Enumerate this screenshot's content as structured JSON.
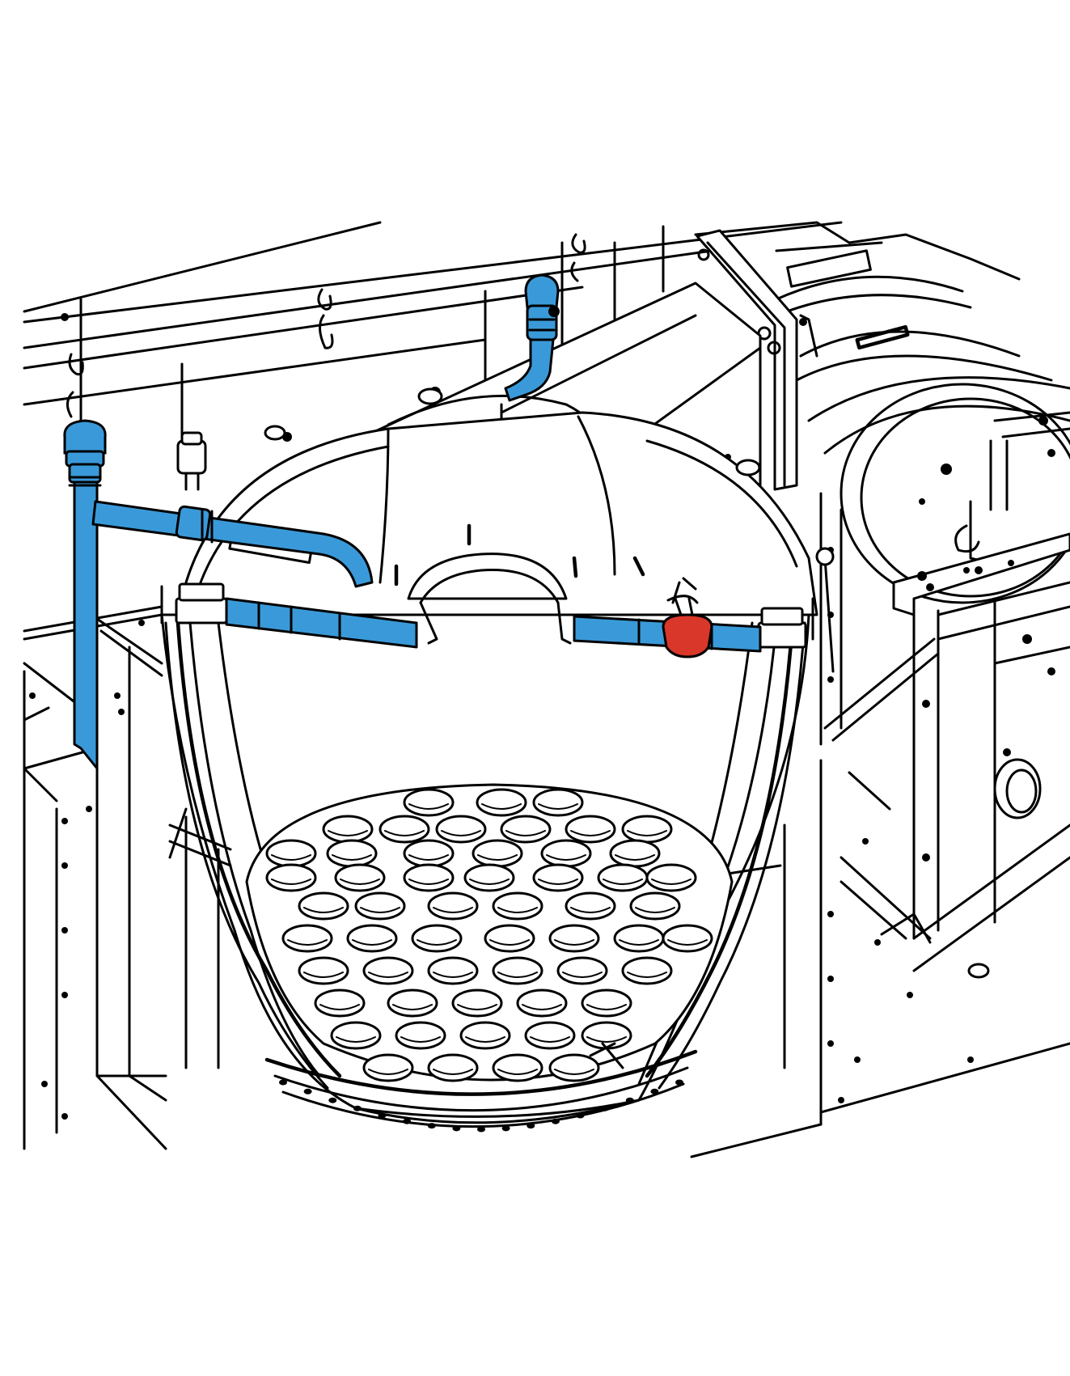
{
  "illustration": {
    "subject": "chamber-with-perforated-grate",
    "colors": {
      "background": "#ffffff",
      "line": "#000000",
      "highlight_primary": "#3a9ad9",
      "highlight_secondary": "#d9372a"
    },
    "highlighted_parts": [
      {
        "part": "left-vertical-pipe",
        "color": "#3a9ad9"
      },
      {
        "part": "horizontal-pipe-elbow",
        "color": "#3a9ad9"
      },
      {
        "part": "top-vertical-pipe",
        "color": "#3a9ad9"
      },
      {
        "part": "left-rim-channel",
        "color": "#3a9ad9"
      },
      {
        "part": "right-rim-channel",
        "color": "#3a9ad9"
      },
      {
        "part": "valve-fitting",
        "color": "#d9372a"
      }
    ]
  }
}
